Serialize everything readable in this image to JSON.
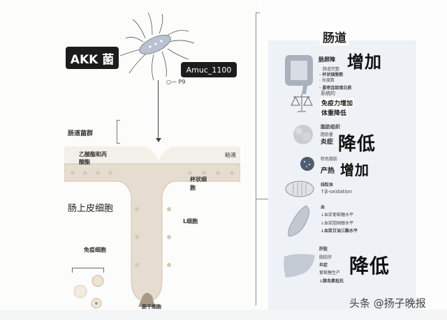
{
  "left": {
    "bacterium_label": "AKK 菌",
    "protein_label": "Amuc_1100",
    "p9_label": "P9",
    "microbiota_label": "肠道菌群",
    "scfa_label_line1": "乙酸酯和丙",
    "scfa_label_line2": "酸酯",
    "mucus_label": "粘液",
    "epithelial_label": "肠上皮细胞",
    "goblet_label_line1": "杯状细",
    "goblet_label_line2": "胞",
    "l_cell_label": "L细胞",
    "immune_label": "免疫细胞",
    "stem_label": "肠干细胞"
  },
  "right": {
    "title": "肠道",
    "sections": [
      {
        "icon": "intestine-icon",
        "heading": "肠屏障",
        "effect": "增加",
        "items": [
          "肠道完整",
          "· 杯状细胞数",
          "· 长度数",
          "· 紧密连接蛋白质"
        ]
      },
      {
        "icon": "scale-icon",
        "heading": "系统的",
        "lines": [
          "免疫力增加",
          "体重降低"
        ]
      },
      {
        "icon": "adipose-icon",
        "heading": "脂肪组织",
        "sub": "脂肪量",
        "label": "炎症",
        "effect": "降低"
      },
      {
        "icon": "brown-fat-icon",
        "heading": "棕色脂肪",
        "label": "产热",
        "effect": "增加"
      },
      {
        "icon": "mitochondria-icon",
        "heading": "线粒体",
        "items": [
          "↑β-oxidation"
        ]
      },
      {
        "icon": "blood-vessel-icon",
        "heading": "血",
        "items": [
          "↓血浆葡萄糖水平",
          "↓血浆胆固醇水平",
          "↓血浆甘油三酯水平"
        ]
      },
      {
        "icon": "liver-icon",
        "heading": "肝脏",
        "items": [
          "脂肪肝",
          "炎症",
          "葡萄糖生产",
          "↓胰岛素抵抗"
        ],
        "effect": "降低"
      }
    ]
  },
  "watermark": "头条 @扬子晚报"
}
